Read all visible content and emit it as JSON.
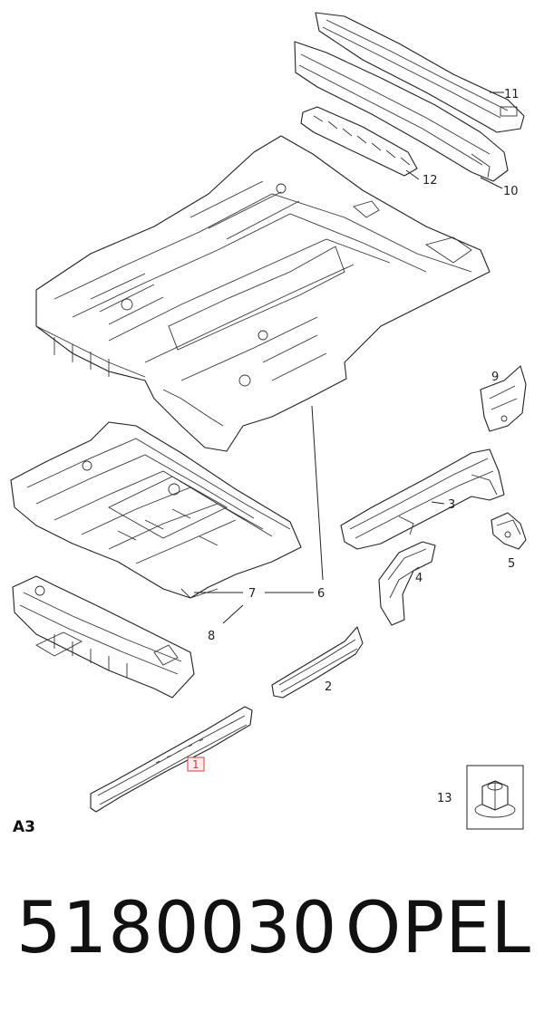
{
  "diagram": {
    "section_code": "A3",
    "callouts": [
      "1",
      "2",
      "3",
      "4",
      "5",
      "6",
      "7",
      "8",
      "9",
      "10",
      "11",
      "12",
      "13"
    ],
    "highlighted_callout": "1",
    "highlight_color": "#e03a3a"
  },
  "footer": {
    "part_number": "5180030",
    "brand": "OPEL"
  }
}
